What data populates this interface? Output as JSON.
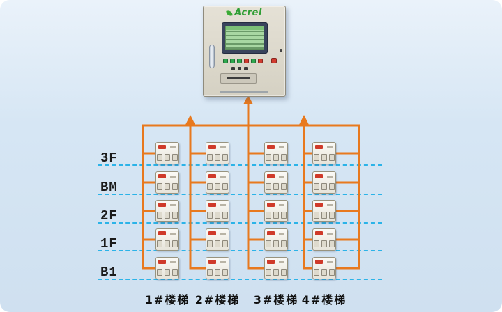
{
  "cabinet": {
    "brand": "Acrel",
    "buttons": [
      "green",
      "green",
      "green",
      "red",
      "green",
      "red"
    ]
  },
  "floors": [
    {
      "label": "3F"
    },
    {
      "label": "BM"
    },
    {
      "label": "2F"
    },
    {
      "label": "1F"
    },
    {
      "label": "B1"
    }
  ],
  "stairs": [
    {
      "label": "1#楼梯"
    },
    {
      "label": "2#楼梯"
    },
    {
      "label": "3#楼梯"
    },
    {
      "label": "4#楼梯"
    }
  ],
  "grid": {
    "rows": 5,
    "cols": 4,
    "devices": 20
  },
  "colors": {
    "bus_orange": "#e8791e",
    "floor_line_cyan": "#2bb3e8",
    "brand_green": "#2f9e35",
    "badge_red": "#cf3a2a",
    "background": "#d6e6f4",
    "cabinet_body": "#dcd8cb"
  }
}
